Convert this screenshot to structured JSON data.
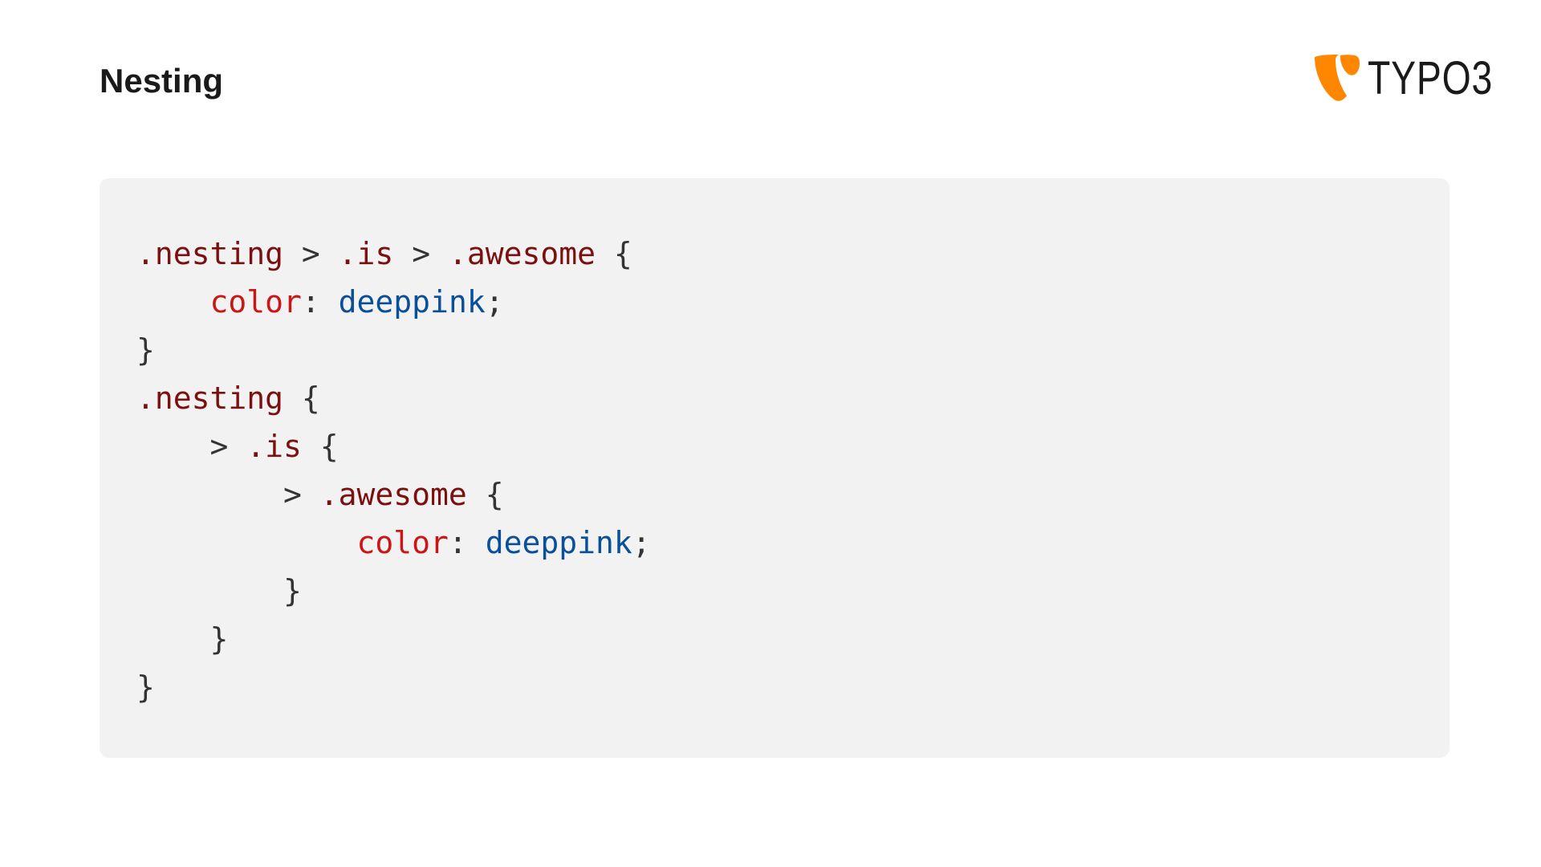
{
  "slide": {
    "title": "Nesting"
  },
  "logo": {
    "text": "TYPO3",
    "colors": {
      "mark": "#FF8700",
      "text": "#1a1a1a"
    }
  },
  "code": {
    "panel_color": "#f2f2f2",
    "token_colors": {
      "selector": "#7a1010",
      "property": "#cc1515",
      "value": "#0a4f99",
      "punctuation": "#333333"
    },
    "lines": [
      [
        {
          "t": "selector",
          "v": ".nesting"
        },
        {
          "t": "punct",
          "v": " > "
        },
        {
          "t": "selector",
          "v": ".is"
        },
        {
          "t": "punct",
          "v": " > "
        },
        {
          "t": "selector",
          "v": ".awesome"
        },
        {
          "t": "punct",
          "v": " {"
        }
      ],
      [
        {
          "t": "punct",
          "v": "    "
        },
        {
          "t": "prop",
          "v": "color"
        },
        {
          "t": "punct",
          "v": ": "
        },
        {
          "t": "value",
          "v": "deeppink"
        },
        {
          "t": "punct",
          "v": ";"
        }
      ],
      [
        {
          "t": "punct",
          "v": "}"
        }
      ],
      [
        {
          "t": "selector",
          "v": ".nesting"
        },
        {
          "t": "punct",
          "v": " {"
        }
      ],
      [
        {
          "t": "punct",
          "v": "    > "
        },
        {
          "t": "selector",
          "v": ".is"
        },
        {
          "t": "punct",
          "v": " {"
        }
      ],
      [
        {
          "t": "punct",
          "v": "        > "
        },
        {
          "t": "selector",
          "v": ".awesome"
        },
        {
          "t": "punct",
          "v": " {"
        }
      ],
      [
        {
          "t": "punct",
          "v": "            "
        },
        {
          "t": "prop",
          "v": "color"
        },
        {
          "t": "punct",
          "v": ": "
        },
        {
          "t": "value",
          "v": "deeppink"
        },
        {
          "t": "punct",
          "v": ";"
        }
      ],
      [
        {
          "t": "punct",
          "v": "        }"
        }
      ],
      [
        {
          "t": "punct",
          "v": "    }"
        }
      ],
      [
        {
          "t": "punct",
          "v": "}"
        }
      ]
    ]
  }
}
